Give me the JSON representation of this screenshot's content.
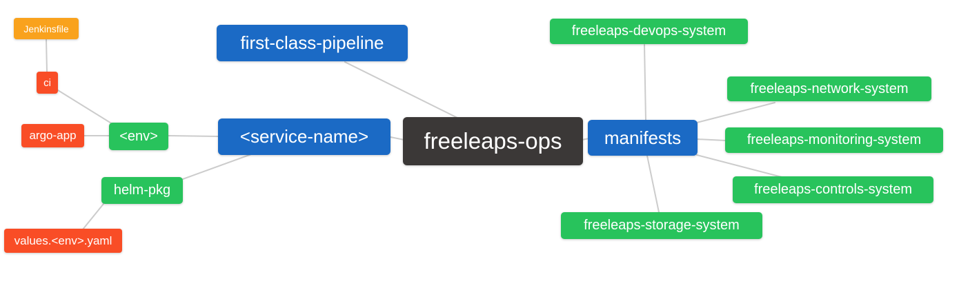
{
  "palette": {
    "canvas_bg": "#ffffff",
    "root_bg": "#3b3837",
    "branch_bg": "#1b6ac5",
    "green_bg": "#28c35c",
    "red_bg": "#f94d26",
    "orange_bg": "#f9a21d",
    "edge_color": "#cccccc",
    "text_color": "#ffffff"
  },
  "mindmap": {
    "nodes": {
      "root": {
        "label": "freeleaps-ops"
      },
      "first_class_pipeline": {
        "label": "first-class-pipeline"
      },
      "service_name": {
        "label": "<service-name>"
      },
      "manifests": {
        "label": "manifests"
      },
      "env": {
        "label": "<env>"
      },
      "helm_pkg": {
        "label": "helm-pkg"
      },
      "ci": {
        "label": "ci"
      },
      "argo_app": {
        "label": "argo-app"
      },
      "jenkinsfile": {
        "label": "Jenkinsfile"
      },
      "values_env_yaml": {
        "label": "values.<env>.yaml"
      },
      "devops_system": {
        "label": "freeleaps-devops-system"
      },
      "network_system": {
        "label": "freeleaps-network-system"
      },
      "monitoring_system": {
        "label": "freeleaps-monitoring-system"
      },
      "controls_system": {
        "label": "freeleaps-controls-system"
      },
      "storage_system": {
        "label": "freeleaps-storage-system"
      }
    },
    "edges": [
      {
        "from": "jenkinsfile",
        "to": "ci"
      },
      {
        "from": "ci",
        "to": "env"
      },
      {
        "from": "argo_app",
        "to": "env"
      },
      {
        "from": "env",
        "to": "service_name"
      },
      {
        "from": "helm_pkg",
        "to": "service_name"
      },
      {
        "from": "values_env_yaml",
        "to": "helm_pkg"
      },
      {
        "from": "first_class_pipeline",
        "to": "root"
      },
      {
        "from": "service_name",
        "to": "root"
      },
      {
        "from": "root",
        "to": "manifests"
      },
      {
        "from": "manifests",
        "to": "devops_system"
      },
      {
        "from": "manifests",
        "to": "network_system"
      },
      {
        "from": "manifests",
        "to": "monitoring_system"
      },
      {
        "from": "manifests",
        "to": "controls_system"
      },
      {
        "from": "manifests",
        "to": "storage_system"
      }
    ]
  }
}
